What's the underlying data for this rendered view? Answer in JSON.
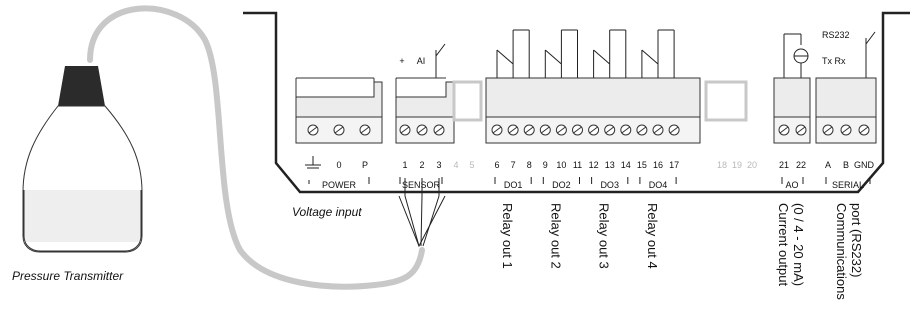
{
  "transmitter": {
    "label": "Pressure Transmitter"
  },
  "voltage_input_label": "Voltage input",
  "sensor_top": {
    "plus": "+",
    "ai": "AI"
  },
  "power": {
    "terminals": [
      "0",
      "P"
    ],
    "label": "POWER"
  },
  "sensor": {
    "terminals": [
      "1",
      "2",
      "3"
    ],
    "spare": [
      "4",
      "5"
    ],
    "label": "SENSOR"
  },
  "relays": {
    "terminals": [
      "6",
      "7",
      "8",
      "9",
      "10",
      "11",
      "12",
      "13",
      "14",
      "15",
      "16",
      "17"
    ],
    "groups": [
      "DO1",
      "DO2",
      "DO3",
      "DO4"
    ],
    "labels": [
      "Relay out 1",
      "Relay out 2",
      "Relay out 3",
      "Relay out 4"
    ]
  },
  "spare_terminals": [
    "18",
    "19",
    "20"
  ],
  "ao": {
    "terminals": [
      "21",
      "22"
    ],
    "label": "AO",
    "desc_line1": "Current output",
    "desc_line2": "(0 / 4 - 20 mA)"
  },
  "serial": {
    "top": "RS232",
    "txrx": "Tx  Rx",
    "terminals": [
      "A",
      "B",
      "GND"
    ],
    "label": "SERIAL",
    "desc_line1": "Communications",
    "desc_line2": "port (RS232)"
  }
}
